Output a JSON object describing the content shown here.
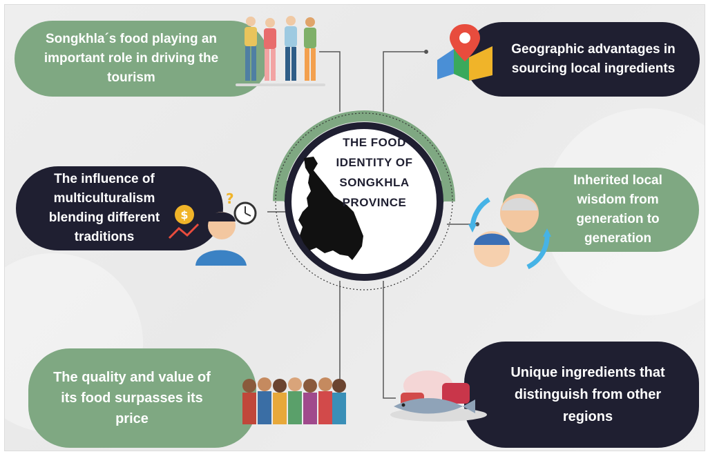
{
  "center": {
    "title": "THE FOOD IDENTITY OF SONGKHLA PROVINCE"
  },
  "nodes": {
    "tourism": {
      "text": "Songkhla´s food playing an important role in driving the tourism"
    },
    "geographic": {
      "text": "Geographic advantages in sourcing local ingredients"
    },
    "multicultural": {
      "text": "The influence of multiculturalism blending different traditions"
    },
    "wisdom": {
      "text": "Inherited local wisdom from generation to generation"
    },
    "quality": {
      "text": "The quality and value of its food surpasses its price"
    },
    "ingredients": {
      "text": "Unique ingredients that distinguish from other regions"
    }
  },
  "colors": {
    "green": "#7fa882",
    "dark": "#1f1f31",
    "accent": "#e84c3d"
  },
  "icons": [
    "tourists-icon",
    "map-pin-icon",
    "thinking-person-icon",
    "elders-icon",
    "crowd-icon",
    "seafood-icon",
    "province-map-icon"
  ]
}
